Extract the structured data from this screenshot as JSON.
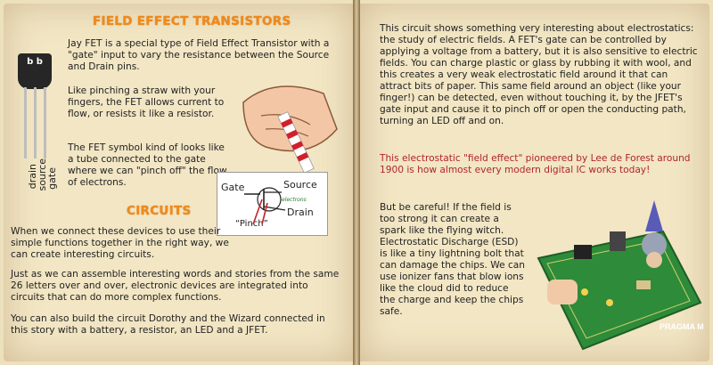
{
  "left": {
    "title": "FIELD EFFECT TRANSISTORS",
    "p1": "Jay FET is a special type of Field Effect Transistor with a \"gate\" input to vary the resistance between the Source and Drain pins.",
    "p2": "Like pinching a straw with your fingers, the FET allows current to flow, or resists it like a resistor.",
    "p3": "The FET symbol kind of looks like a tube connected to the gate where we can \"pinch off\" the flow of electrons.",
    "fet_pins": {
      "mark": "b",
      "drain": "drain",
      "source": "source",
      "gate": "gate"
    },
    "symbol": {
      "gate": "Gate",
      "source": "Source",
      "drain": "Drain",
      "pinch": "“Pinch”",
      "electrons": "electrons"
    },
    "circuits_title": "CIRCUITS",
    "p4": "When we connect these devices to use their simple functions together in the right way, we can create interesting circuits.",
    "p5": "Just as we can assemble interesting words and stories from the same 26 letters over and over, electronic devices are integrated into circuits that can do more complex functions.",
    "p6": "You can also build the circuit Dorothy and the Wizard connected in this story with a battery, a resistor, an LED and a JFET."
  },
  "right": {
    "p1": "This circuit shows something very interesting about electrostatics: the study of electric fields.    A FET's gate can be controlled by applying a voltage from a battery, but it is also sensitive to electric fields.   You can charge plastic or glass by rubbing it with wool, and this creates a very weak electrostatic field around it that can attract bits of paper.   This same field around an object (like your finger!) can be detected, even without touching it, by the JFET's gate input and cause it to pinch off or open the conducting path, turning an LED off and on.",
    "p2": "This electrostatic \"field effect\" pioneered by Lee de Forest around 1900 is how almost every modern digital IC works today!",
    "p3": "But be careful!  If the field is too strong it can create a spark like the flying witch.  Electrostatic Discharge (ESD) is like a tiny lightning bolt that can damage the chips.  We can use ionizer fans that blow ions like the cloud did to reduce the charge and keep the chips safe.",
    "board_brand": "PRAGMA MEDIA"
  },
  "colors": {
    "heading": "#f08a1a",
    "red_text": "#b0252a",
    "page": "#f2e6c4",
    "board": "#2e8b3a"
  }
}
